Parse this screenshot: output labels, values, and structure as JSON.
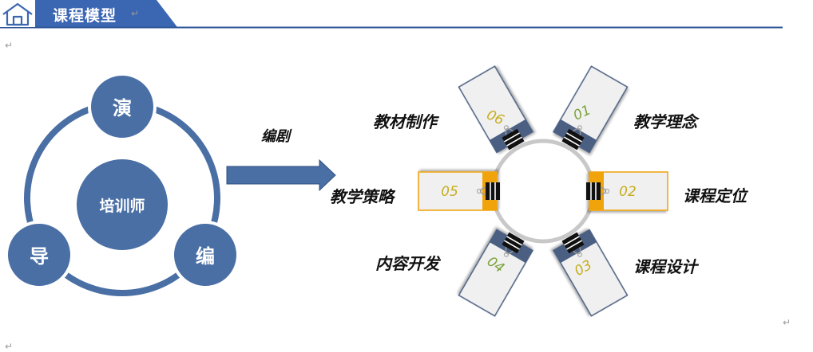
{
  "header": {
    "title": "课程模型",
    "colors": {
      "band": "#3b66b2",
      "rule": "#2f5597",
      "home_bg": "#ffffff"
    }
  },
  "paragraph_mark": "↵",
  "left_diagram": {
    "center_label": "培训师",
    "nodes": [
      {
        "label": "演"
      },
      {
        "label": "编"
      },
      {
        "label": "导"
      }
    ],
    "color": "#4a6fa5"
  },
  "arrow_label": "编剧",
  "right_diagram": {
    "cards": [
      {
        "number": "01",
        "label": "教学理念",
        "number_color": "#7aa33a"
      },
      {
        "number": "02",
        "label": "课程定位",
        "number_color": "#c7ad1e"
      },
      {
        "number": "03",
        "label": "课程设计",
        "number_color": "#c7ad1e"
      },
      {
        "number": "04",
        "label": "内容开发",
        "number_color": "#7aa33a"
      },
      {
        "number": "05",
        "label": "教学策略",
        "number_color": "#c7ad1e"
      },
      {
        "number": "06",
        "label": "教材制作",
        "number_color": "#c7ad1e"
      }
    ],
    "colors": {
      "card_dark": "#4a5f82",
      "card_orange": "#f0a30a",
      "ring": "#c8c8c8"
    }
  }
}
